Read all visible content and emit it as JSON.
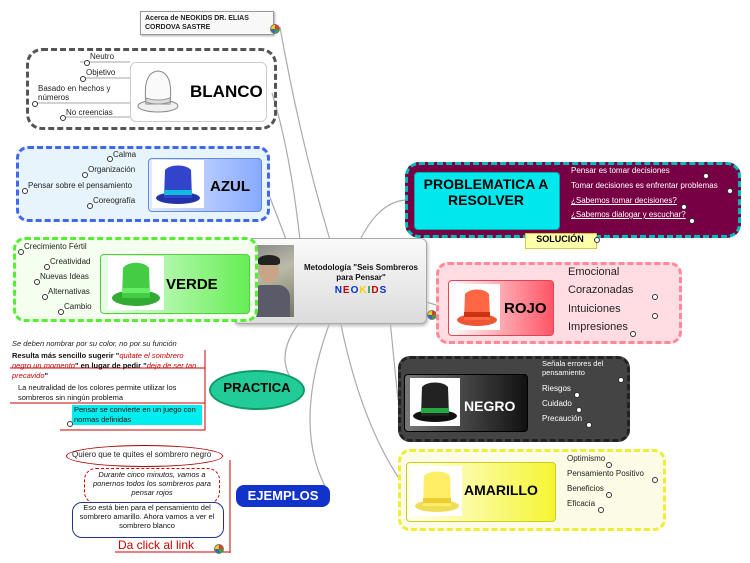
{
  "center": {
    "title": "Metodología \"Seis Sombreros para Pensar\"",
    "brand_letters": [
      "N",
      "E",
      "O",
      "K",
      "I",
      "D",
      "S"
    ],
    "brand_colors": [
      "#0033cc",
      "#cc0000",
      "#0033cc",
      "#ffcc00",
      "#009933",
      "#cc0000",
      "#0033cc"
    ],
    "about": "Acerca de NEOKIDS DR. ELIAS CORDOVA SASTRE"
  },
  "blanco": {
    "title": "BLANCO",
    "items": [
      "Neutro",
      "Objetivo",
      "Basado en hechos y números",
      "No creencias"
    ]
  },
  "azul": {
    "title": "AZUL",
    "items": [
      "Calma",
      "Organización",
      "Pensar sobre el pensamiento",
      "Coreografía"
    ]
  },
  "verde": {
    "title": "VERDE",
    "items": [
      "Crecimiento Fértil",
      "Creatividad",
      "Nuevas Ideas",
      "Alternativas",
      "Cambio"
    ]
  },
  "practica": {
    "title": "PRACTICA",
    "note": "Se deben nombrar por su color, no por su función",
    "item1_a": "Resulta más sencillo sugerir \"",
    "item1_b": "quitate el sombrero negro un momento",
    "item1_c": "\" en lugar de pedir \"",
    "item1_d": "deja de ser tan precavido",
    "item1_e": "\"",
    "item2": "La neutralidad de los colores permite utilizar los sombreros sin ningún problema",
    "item3": "Pensar se convierte en un juego con normas definidas"
  },
  "ejemplos": {
    "title": "EJEMPLOS",
    "items": [
      "Quiero que te quites el sombrero negro",
      "Durante cinco minutos, vamos a ponernos todos los sombreros para pensar rojos",
      "Eso está bien para el pensamiento del sombrero amarillo. Ahora vamos a ver el sombrero blanco"
    ],
    "link": "Da click al link"
  },
  "problematica": {
    "title": "PROBLEMATICA A RESOLVER",
    "items": [
      "Pensar es tomar decisiones",
      "Tomar decisiones es enfrentar problemas",
      "¿Sabemos tomar decisiones?",
      "¿Sabemos dialogar y escuchar?"
    ],
    "solucion": "SOLUCIÓN"
  },
  "rojo": {
    "title": "ROJO",
    "items": [
      "Emocional",
      "Corazonadas",
      "Intuiciones",
      "Impresiones"
    ]
  },
  "negro": {
    "title": "NEGRO",
    "items": [
      "Señala errores del pensamiento",
      "Riesgos",
      "Cuidado",
      "Precaución"
    ]
  },
  "amarillo": {
    "title": "AMARILLO",
    "items": [
      "Optimismo",
      "Pensamiento Positivo",
      "Beneficios",
      "Eficacia"
    ]
  },
  "colors": {
    "blanco_border": "#555555",
    "azul_border": "#4466ee",
    "azul_fill": "#e8f4fb",
    "verde_border": "#55ee33",
    "verde_fill": "#f4fff0",
    "problem_border": "#00bbbb",
    "problem_fill": "#770044",
    "problem_title_fill": "#00e8ee",
    "rojo_border": "#ff8899",
    "rojo_fill": "#ffdde2",
    "negro_fill": "#444444",
    "amarillo_border": "#eeee33",
    "amarillo_fill": "#fcfce6",
    "practica_fill": "#22cc99",
    "ejemplos_fill": "#1133cc",
    "red_line": "#cc0000"
  }
}
